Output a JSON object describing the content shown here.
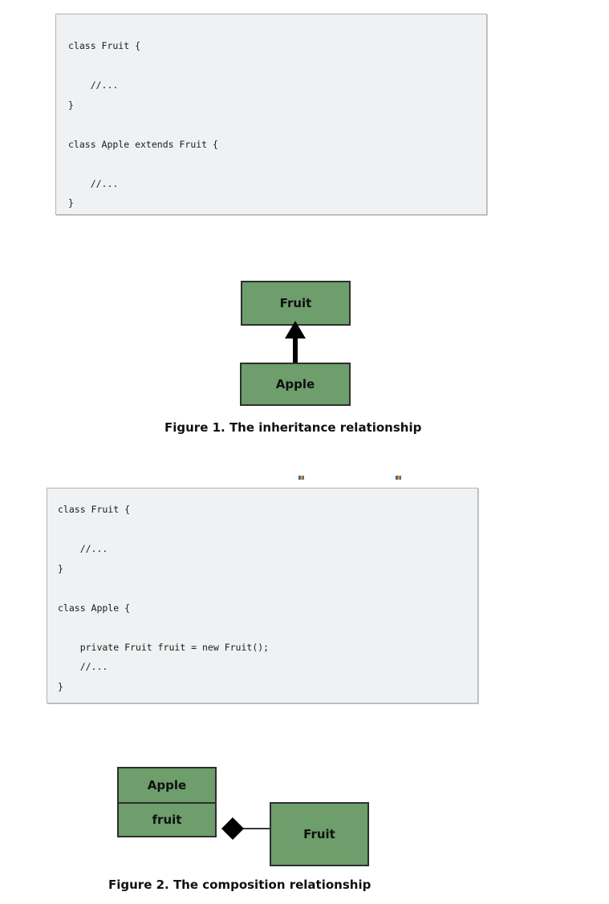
{
  "code_blocks": [
    {
      "id": "inheritance-code",
      "language": "java",
      "code": "class Fruit {\n\n    //...\n}\n\nclass Apple extends Fruit {\n\n    //...\n}"
    },
    {
      "id": "composition-code",
      "language": "java",
      "code": "class Fruit {\n\n    //...\n}\n\nclass Apple {\n\n    private Fruit fruit = new Fruit();\n    //...\n}"
    }
  ],
  "figures": [
    {
      "id": "figure-1",
      "caption": "Figure 1. The inheritance relationship",
      "type": "uml-class-diagram",
      "relationship": "inheritance",
      "nodes": [
        {
          "name": "Fruit",
          "label": "Fruit"
        },
        {
          "name": "Apple",
          "label": "Apple"
        }
      ],
      "edge": {
        "from": "Apple",
        "to": "Fruit",
        "arrow": "solid-triangle-arrowhead"
      }
    },
    {
      "id": "figure-2",
      "caption": "Figure 2. The composition relationship",
      "type": "uml-class-diagram",
      "relationship": "composition",
      "nodes": [
        {
          "name": "Apple",
          "label": "Apple",
          "attribute": "fruit"
        },
        {
          "name": "Fruit",
          "label": "Fruit"
        }
      ],
      "edge": {
        "from": "Apple",
        "to": "Fruit",
        "arrow": "filled-diamond"
      }
    }
  ],
  "colors": {
    "node_fill": "#6d9e6b",
    "node_border": "#2e2e2e",
    "code_background": "#f0f1f2",
    "code_border": "#b3b4b6",
    "text": "#111111"
  }
}
